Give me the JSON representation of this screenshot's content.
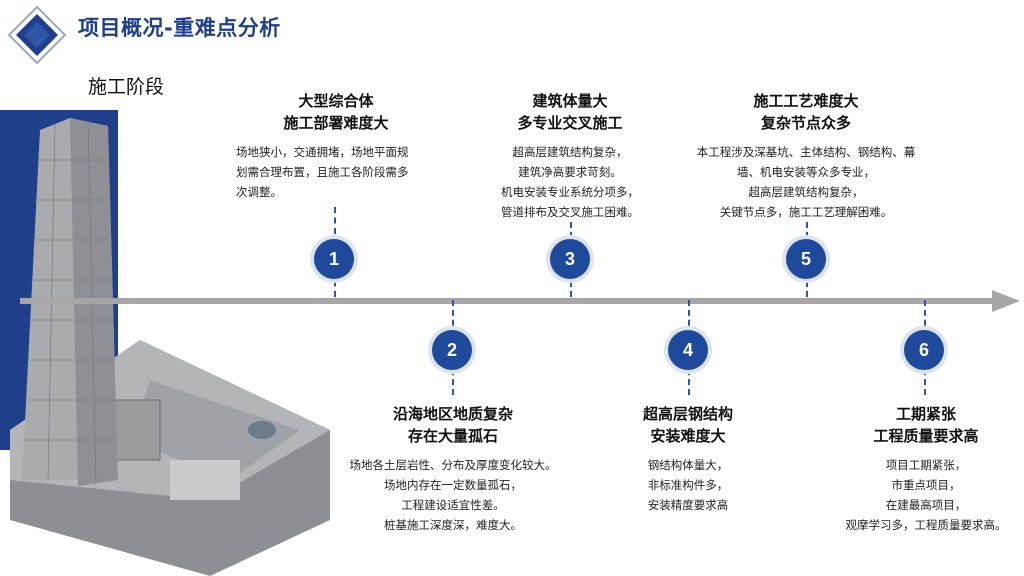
{
  "header": {
    "title": "项目概况-重难点分析",
    "stage": "施工阶段"
  },
  "colors": {
    "accent": "#1f4a9c",
    "axis": "#a6a6a6",
    "title": "#1f3f8a"
  },
  "points": [
    {
      "num": "1",
      "title1": "大型综合体",
      "title2": "施工部署难度大",
      "lines": [
        "场地狭小，交通拥堵，场地平面规",
        "划需合理布置，且施工各阶段需多",
        "次调整。"
      ]
    },
    {
      "num": "2",
      "title1": "沿海地区地质复杂",
      "title2": "存在大量孤石",
      "lines": [
        "场地各土层岩性、分布及厚度变化较大。",
        "场地内存在一定数量孤石，",
        "工程建设适宜性差。",
        "桩基施工深度深，难度大。"
      ]
    },
    {
      "num": "3",
      "title1": "建筑体量大",
      "title2": "多专业交叉施工",
      "lines": [
        "超高层建筑结构复杂，",
        "建筑净高要求苛刻。",
        "机电安装专业系统分项多，",
        "管道排布及交叉施工困难。"
      ]
    },
    {
      "num": "4",
      "title1": "超高层钢结构",
      "title2": "安装难度大",
      "lines": [
        "钢结构体量大，",
        "非标准构件多，",
        "安装精度要求高"
      ]
    },
    {
      "num": "5",
      "title1": "施工工艺难度大",
      "title2": "复杂节点众多",
      "lines": [
        "本工程涉及深基坑、主体结构、钢结构、幕",
        "墙、机电安装等众多专业，",
        "超高层建筑结构复杂，",
        "关键节点多，施工工艺理解困难。"
      ]
    },
    {
      "num": "6",
      "title1": "工期紧张",
      "title2": "工程质量要求高",
      "lines": [
        "项目工期紧张，",
        "市重点项目，",
        "在建最高项目，",
        "观摩学习多，工程质量要求高。"
      ]
    }
  ]
}
